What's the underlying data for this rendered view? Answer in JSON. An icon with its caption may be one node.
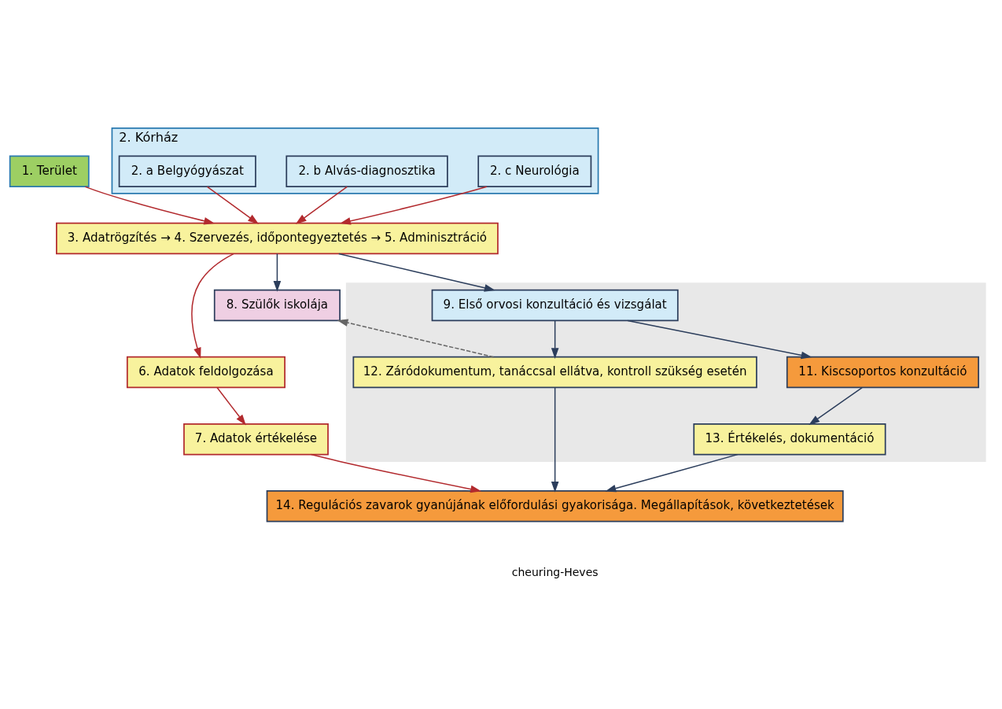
{
  "diagram": {
    "nodes": [
      {
        "text": [
          "1. Terület"
        ]
      },
      {
        "text": [
          "2. Kórház"
        ]
      },
      {
        "text": [
          "2. a Belgyógyászat"
        ],
        "in": 1
      },
      {
        "text": [
          "2. b Alvás-diagnosztika"
        ],
        "in": 1
      },
      {
        "text": [
          "2. c Neurológia"
        ],
        "in": 1
      },
      {
        "text": [
          "3. Adatrögzítés → 4. Szervezés, időpontegyeztetés → 5. Adminisztráció"
        ]
      },
      {
        "text": [
          "6. Adatok feldolgozása"
        ]
      },
      {
        "text": [
          "7. Adatok értékelése"
        ]
      },
      {
        "text": [
          "8. Szülők iskolája"
        ]
      },
      {
        "text": [],
        "shape": "box"
      },
      {
        "text": [
          "9. Első orvosi konzultáció és vizsgálat"
        ],
        "in": 9
      },
      {
        "text": [
          "11. Kiscsoportos konzultáció"
        ],
        "in": 9
      },
      {
        "text": [
          "12. Záródokumentum, tanáccsal ellátva, kontroll szükség esetén"
        ],
        "in": 9
      },
      {
        "text": [
          "13. Értékelés, dokumentáció"
        ],
        "in": 9
      },
      {
        "text": [
          "14. Regulációs zavarok gyanújának előfordulási gyakorisága. Megállapítások, következtetések"
        ]
      }
    ],
    "edges": [
      {
        "from": 0,
        "to": 5,
        "arrow": "to",
        "color": "#b22a2e"
      },
      {
        "from": 2,
        "to": 5,
        "arrow": "to",
        "color": "#b22a2e"
      },
      {
        "from": 3,
        "to": 5,
        "arrow": "to",
        "color": "#b22a2e"
      },
      {
        "from": 4,
        "to": 5,
        "arrow": "to",
        "color": "#b22a2e"
      },
      {
        "from": 5,
        "to": 6,
        "arrow": "to",
        "color": "#b22a2e"
      },
      {
        "from": 5,
        "to": 8,
        "arrow": "to",
        "color": "#2c3e5c"
      },
      {
        "from": 5,
        "to": 10,
        "arrow": "to",
        "color": "#2c3e5c"
      },
      {
        "from": 6,
        "to": 7,
        "arrow": "to",
        "color": "#b22a2e"
      },
      {
        "from": 10,
        "to": 11,
        "arrow": "to",
        "color": "#2c3e5c"
      },
      {
        "from": 10,
        "to": 12,
        "arrow": "to",
        "color": "#2c3e5c"
      },
      {
        "from": 11,
        "to": 13,
        "arrow": "to",
        "color": "#2c3e5c"
      },
      {
        "from": 12,
        "to": 8,
        "arrow": "to",
        "style": "dashed",
        "color": "#666666"
      },
      {
        "from": 7,
        "to": 14,
        "arrow": "to",
        "color": "#b22a2e"
      },
      {
        "from": 12,
        "to": 14,
        "arrow": "to",
        "color": "#2c3e5c"
      },
      {
        "from": 13,
        "to": 14,
        "arrow": "to",
        "color": "#2c3e5c"
      }
    ],
    "labels": [
      "cheuring-Heves"
    ]
  }
}
